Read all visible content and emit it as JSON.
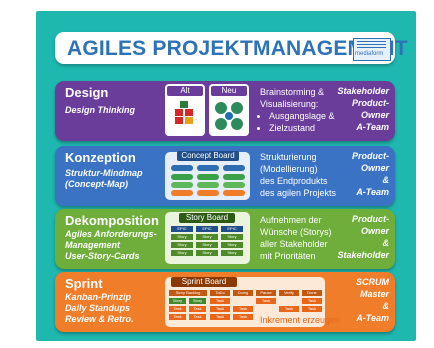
{
  "title": "AGILES PROJEKTMANAGEMENT",
  "logo_text": "mediaform",
  "phases": [
    {
      "name": "Design",
      "subtitle": [
        "Design Thinking"
      ],
      "description_intro": "Brainstorming & Visualisierung:",
      "bullets": [
        "Ausgangslage &",
        "Zielzustand"
      ],
      "role": [
        "Stakeholder",
        "Product-",
        "Owner",
        "A-Team"
      ],
      "color": "#6a3d9a",
      "visual": {
        "alt_label": "Alt",
        "neu_label": "Neu"
      }
    },
    {
      "name": "Konzeption",
      "subtitle": [
        "Struktur-Mindmap",
        "(Concept-Map)"
      ],
      "description": [
        "Strukturierung",
        "(Modellierung)",
        "des Endprodukts",
        "des agilen Projekts"
      ],
      "role": [
        "Product-",
        "Owner",
        "&",
        "A-Team"
      ],
      "color": "#3b73c4",
      "board_title": "Concept Board"
    },
    {
      "name": "Dekomposition",
      "subtitle": [
        "Agiles Anforderungs-",
        "Management",
        "User-Story-Cards"
      ],
      "description": [
        "Aufnehmen der",
        "Wünsche (Storys)",
        "aller Stakeholder",
        "mit Prioritäten"
      ],
      "role": [
        "Product-",
        "Owner",
        "&",
        "Stakeholder"
      ],
      "color": "#6fae3a",
      "board_title": "Story Board",
      "board_columns": [
        "EPIC",
        "EPIC",
        "EPIC"
      ],
      "board_cell": "Story"
    },
    {
      "name": "Sprint",
      "subtitle": [
        "Kanban-Prinzip",
        "Daily Standups",
        "Review & Retro."
      ],
      "role": [
        "SCRUM",
        "Master",
        "&",
        "A-Team"
      ],
      "color": "#ef7d2a",
      "board_title": "Sprint Board",
      "board_columns": [
        "Story Backlog",
        "ToDo",
        "Doing",
        "Pause",
        "Verify",
        "Done"
      ],
      "board_cells": [
        "Story",
        "Task"
      ],
      "increment_label": "Inkrement erzeugen"
    }
  ],
  "background_color": "#1fb8b0"
}
